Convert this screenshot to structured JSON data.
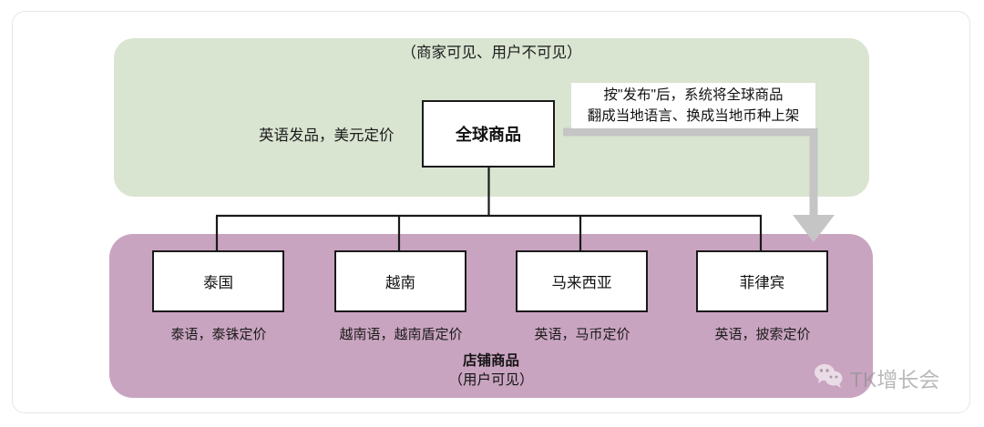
{
  "diagram": {
    "upper_panel": {
      "visibility_note": "（商家可见、用户不可见）",
      "side_label": "英语发品，美元定价",
      "master_box": "全球商品",
      "callout_line1": "按\"发布\"后，系统将全球商品",
      "callout_line2": "翻成当地语言、换成当地币种上架",
      "bg_color": "#d9e4d1"
    },
    "lower_panel": {
      "bg_color": "#c9a4c0",
      "group_label_line1": "店铺商品",
      "group_label_line2": "（用户可见）",
      "countries": [
        {
          "name": "泰国",
          "caption": "泰语，泰铢定价"
        },
        {
          "name": "越南",
          "caption": "越南语，越南盾定价"
        },
        {
          "name": "马来西亚",
          "caption": "英语，马币定价"
        },
        {
          "name": "菲律宾",
          "caption": "英语，披索定价"
        }
      ]
    },
    "arrow": {
      "color": "#c0c0c0",
      "name": "publish-flow-arrow"
    },
    "watermark": {
      "text": "TK增长会",
      "icon": "wechat-icon"
    }
  }
}
